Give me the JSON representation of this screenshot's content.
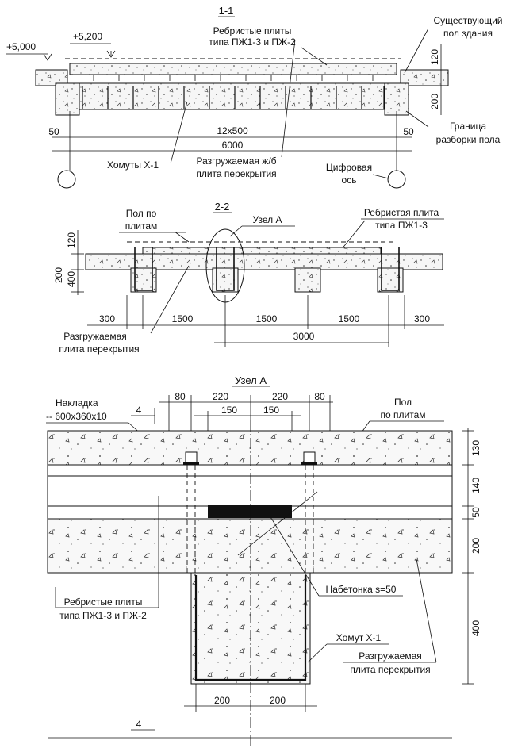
{
  "section_1": {
    "title": "1-1",
    "level_left": "+5,000",
    "level_slab": "+5,200",
    "ribbed_slabs": "Ребристые плиты",
    "ribbed_slabs_type": "типа ПЖ1-3 и ПЖ-2",
    "existing_floor_1": "Существующий",
    "existing_floor_2": "пол здания",
    "dim_120": "120",
    "dim_200": "200",
    "dim_50_left": "50",
    "dim_50_right": "50",
    "dim_12x500": "12x500",
    "dim_6000": "6000",
    "boundary_1": "Граница",
    "boundary_2": "разборки пола",
    "stirrups": "Хомуты Х-1",
    "unloaded_slab_1": "Разгружаемая ж/б",
    "unloaded_slab_2": "плита перекрытия",
    "digital_axis_1": "Цифровая",
    "digital_axis_2": "ось"
  },
  "section_2": {
    "title": "2-2",
    "floor_1": "Пол по",
    "floor_2": "плитам",
    "node_a": "Узел А",
    "ribbed_slab": "Ребристая плита",
    "ribbed_slab_type": "типа ПЖ1-3",
    "dim_120": "120",
    "dim_200": "200",
    "dim_400": "400",
    "dim_300_left": "300",
    "dim_1500_a": "1500",
    "dim_1500_b": "1500",
    "dim_1500_c": "1500",
    "dim_300_right": "300",
    "dim_3000": "3000",
    "unloaded_1": "Разгружаемая",
    "unloaded_2": "плита перекрытия"
  },
  "node_a": {
    "title": "Узел А",
    "plate_1": "Накладка",
    "plate_2": "-- 600x360x10",
    "section_mark": "4",
    "dim_80_left": "80",
    "dim_220_left": "220",
    "dim_220_right": "220",
    "dim_80_right": "80",
    "dim_150_left": "150",
    "dim_150_right": "150",
    "floor_1": "Пол",
    "floor_2": "по плитам",
    "dim_130": "130",
    "dim_140": "140",
    "dim_50": "50",
    "dim_200": "200",
    "dim_400": "400",
    "shim": "Набетонка s=50",
    "ribbed_slabs": "Ребристые плиты",
    "ribbed_slabs_type": "типа ПЖ1-3 и ПЖ-2",
    "stirrup": "Хомут Х-1",
    "unloaded_1": "Разгружаемая",
    "unloaded_2": "плита перекрытия",
    "dim_200_bottom_left": "200",
    "dim_200_bottom_right": "200",
    "section_mark_bottom": "4"
  }
}
